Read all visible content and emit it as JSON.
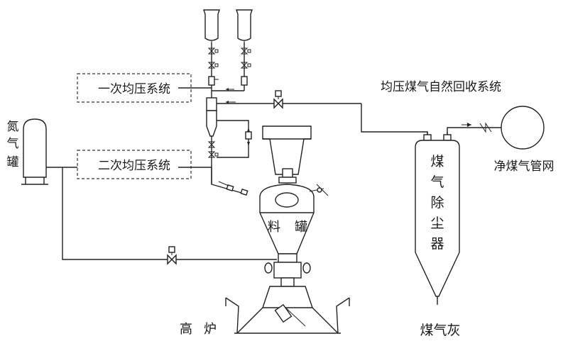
{
  "labels": {
    "primary_system": "一次均压系统",
    "secondary_system": "二次均压系统",
    "recovery_system": "均压煤气自然回收系统",
    "nitrogen_tank": [
      "氮",
      "气",
      "罐"
    ],
    "clean_gas_network": "净煤气管网",
    "dust_remover": [
      "煤",
      "气",
      "除",
      "尘",
      "器"
    ],
    "material_tank": [
      "料",
      "罐"
    ],
    "furnace": [
      "高",
      "炉"
    ],
    "gas_ash": "煤气灰"
  }
}
